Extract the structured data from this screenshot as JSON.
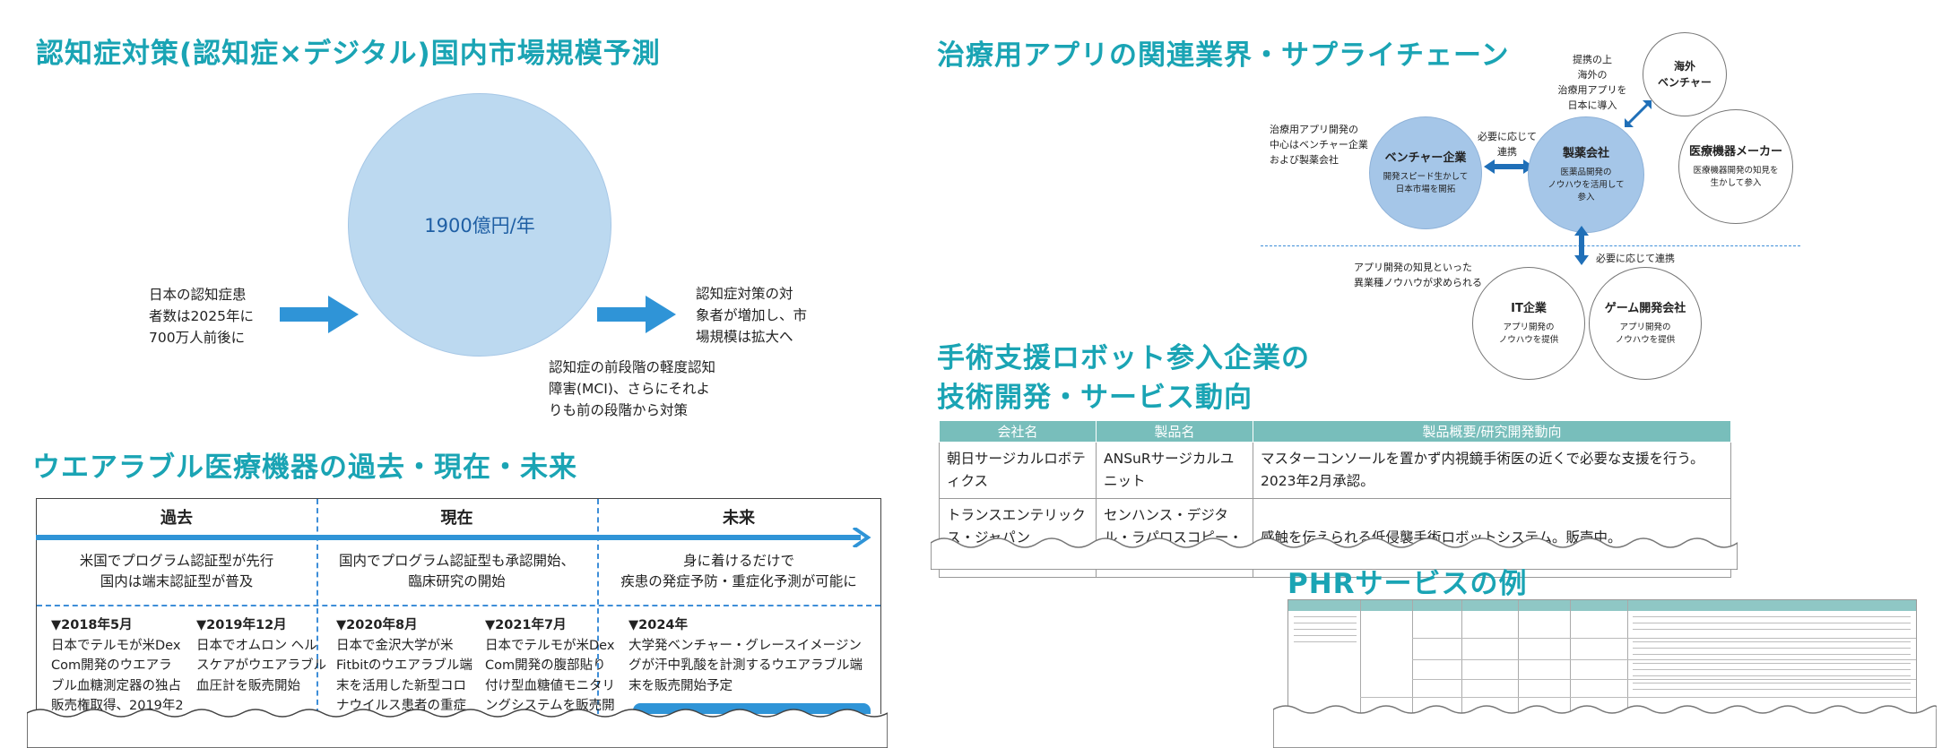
{
  "market": {
    "title": "認知症対策(認知症×デジタル)国内市場規模予測",
    "center": "1900億円/年",
    "left_lines": [
      "日本の認知症患",
      "者数は2025年に",
      "700万人前後に"
    ],
    "right_lines": [
      "認知症対策の対",
      "象者が増加し、市",
      "場規模は拡大へ"
    ],
    "bottom_lines": [
      "認知症の前段階の軽度認知",
      "障害(MCI)、さらにそれよ",
      "りも前の段階から対策"
    ]
  },
  "wearable": {
    "title": "ウエアラブル医療機器の過去・現在・未来",
    "columns": [
      {
        "head": "過去",
        "desc": [
          "米国でプログラム認証型が先行",
          "国内は端末認証型が普及"
        ]
      },
      {
        "head": "現在",
        "desc": [
          "国内でプログラム認証型も承認開始、",
          "臨床研究の開始"
        ]
      },
      {
        "head": "未来",
        "desc": [
          "身に着けるだけで",
          "疾患の発症予防・重症化予測が可能に"
        ]
      }
    ],
    "events": [
      {
        "date": "▼2018年5月",
        "lines": [
          "日本でテルモが米Dex",
          "Com開発のウエアラ",
          "ブル血糖測定器の独占",
          "販売権取得、2019年2"
        ]
      },
      {
        "date": "▼2019年12月",
        "lines": [
          "日本でオムロン ヘル",
          "スケアがウエアラブル",
          "血圧計を販売開始"
        ]
      },
      {
        "date": "▼2020年8月",
        "lines": [
          "日本で金沢大学が米",
          "Fitbitのウエアラブル端",
          "末を活用した新型コロ",
          "ナウイルス患者の重症"
        ]
      },
      {
        "date": "▼2021年7月",
        "lines": [
          "日本でテルモが米Dex",
          "Com開発の腹部貼り",
          "付け型血糖値モニタリ",
          "ングシステムを販売開"
        ]
      },
      {
        "date": "▼2024年",
        "lines": [
          "大学発ベンチャー・グレースイメージン",
          "グが汗中乳酸を計測するウエアラブル端",
          "末を販売開始予定"
        ]
      }
    ]
  },
  "supply": {
    "title": "治療用アプリの関連業界・サプライチェーン",
    "nodes": [
      {
        "title": "ベンチャー企業",
        "sub": [
          "開発スピード生かして",
          "日本市場を開拓"
        ]
      },
      {
        "title": "製薬会社",
        "sub": [
          "医薬品開発の",
          "ノウハウを活用して",
          "参入"
        ]
      },
      {
        "title": "医療機器メーカー",
        "sub": [
          "医療機器開発の知見を",
          "生かして参入"
        ]
      },
      {
        "title": "海外\nベンチャー",
        "sub": []
      },
      {
        "title": "IT企業",
        "sub": [
          "アプリ開発の",
          "ノウハウを提供"
        ]
      },
      {
        "title": "ゲーム開発会社",
        "sub": [
          "アプリ開発の",
          "ノウハウを提供"
        ]
      }
    ],
    "notes": {
      "left": [
        "治療用アプリ開発の",
        "中心はベンチャー企業",
        "および製薬会社"
      ],
      "link1": [
        "必要に応じて",
        "連携"
      ],
      "overseas": [
        "提携の上",
        "海外の",
        "治療用アプリを",
        "日本に導入"
      ],
      "link2": "必要に応じて連携",
      "lower": [
        "アプリ開発の知見といった",
        "異業種ノウハウが求められる"
      ]
    }
  },
  "robot": {
    "title_lines": [
      "手術支援ロボット参入企業の",
      "技術開発・サービス動向"
    ],
    "headers": [
      "会社名",
      "製品名",
      "製品概要/研究開発動向"
    ],
    "rows": [
      [
        "朝日サージカルロボティクス",
        "ANSuRサージカルユニット",
        "マスターコンソールを置かず内視鏡手術医の近くで必要な支援を行う。2023年2月承認。"
      ],
      [
        "トランスエンテリックス・ジャパン",
        "センハンス・デジタル・ラパロスコピー・システム",
        "感触を伝えられる低侵襲手術ロボットシステム。販売中。"
      ]
    ]
  },
  "phr": {
    "title": "PHRサービスの例"
  },
  "colors": {
    "accent": "#1aa4b4",
    "arrow": "#2f94d7",
    "table_head": "#78bebb",
    "circle": "#bcd9f0"
  }
}
